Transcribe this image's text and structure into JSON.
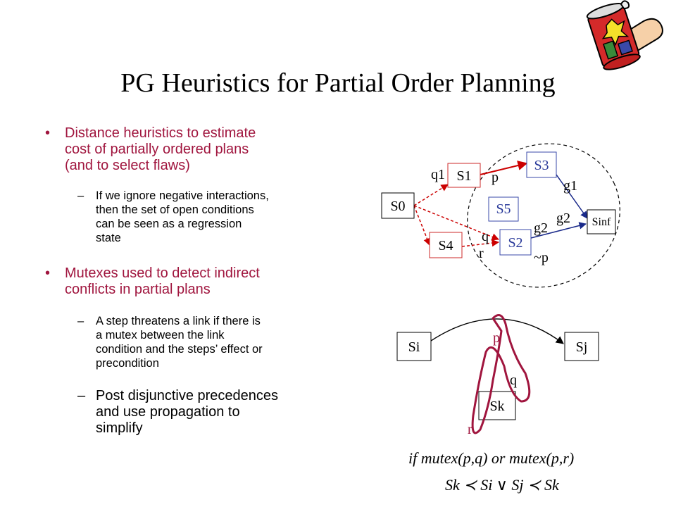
{
  "slide": {
    "title": "PG Heuristics for Partial Order Planning",
    "bullets": [
      {
        "marker": "•",
        "line1": "Distance heuristics to estimate",
        "line2": "cost of partially ordered plans",
        "line3": "(and to select flaws)"
      },
      {
        "marker": "•",
        "line1": "Mutexes used to detect indirect",
        "line2": "conflicts in partial plans"
      }
    ],
    "subbullets": [
      {
        "marker": "–",
        "line1": "If we ignore negative interactions,",
        "line2": "then the set of open conditions",
        "line3": "can be seen as a regression",
        "line4": "state"
      },
      {
        "marker": "–",
        "line1": "A step threatens a link if there is",
        "line2": "a mutex between the link",
        "line3": "condition and the steps’ effect or",
        "line4": "precondition"
      },
      {
        "marker": "–",
        "line1": "Post disjunctive precedences",
        "line2": "and use propagation to",
        "line3": "simplify"
      }
    ]
  },
  "diagram1": {
    "s0": "S0",
    "s1": "S1",
    "s3": "S3",
    "s4": "S4",
    "s5": "S5",
    "s2": "S2",
    "sinf": "Sinf",
    "q1": "q1",
    "p": "p",
    "g1": "g1",
    "g2_top": "g2",
    "g2_bottom": "g2",
    "q": "q",
    "r": "r",
    "not_p": "~p"
  },
  "diagram2": {
    "si": "Si",
    "sj": "Sj",
    "sk": "Sk",
    "p": "p",
    "q": "q",
    "r": "r",
    "formula_condition": "if mutex(p,q) or mutex(p,r)",
    "formula_result": "Sk ≺ Si ∨ Sj ≺ Sk"
  },
  "colors": {
    "accent_text": "#a0153e",
    "red_box": "#cc2a2a",
    "blue_box": "#3a49a8",
    "arrow_red": "#cc0000",
    "arrow_blue": "#1a2a8a",
    "loop": "#a0153e"
  },
  "icons": {
    "decoration": "soda-can-fist-icon"
  }
}
